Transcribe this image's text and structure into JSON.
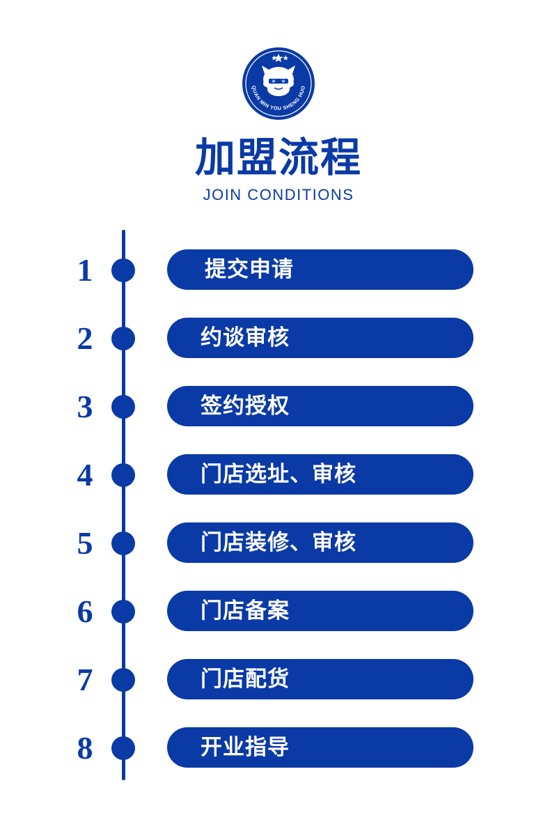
{
  "header": {
    "logo_text": "QUAN MIN YOU SHENG HUO",
    "title": "加盟流程",
    "subtitle": "JOIN CONDITIONS"
  },
  "steps": [
    {
      "number": "1",
      "label": "提交申请"
    },
    {
      "number": "2",
      "label": "约谈审核"
    },
    {
      "number": "3",
      "label": "签约授权"
    },
    {
      "number": "4",
      "label": "门店选址、审核"
    },
    {
      "number": "5",
      "label": "门店装修、审核"
    },
    {
      "number": "6",
      "label": "门店备案"
    },
    {
      "number": "7",
      "label": "门店配货"
    },
    {
      "number": "8",
      "label": "开业指导"
    }
  ],
  "colors": {
    "primary": "#0a3aa6",
    "background": "#ffffff",
    "text_on_primary": "#ffffff"
  }
}
